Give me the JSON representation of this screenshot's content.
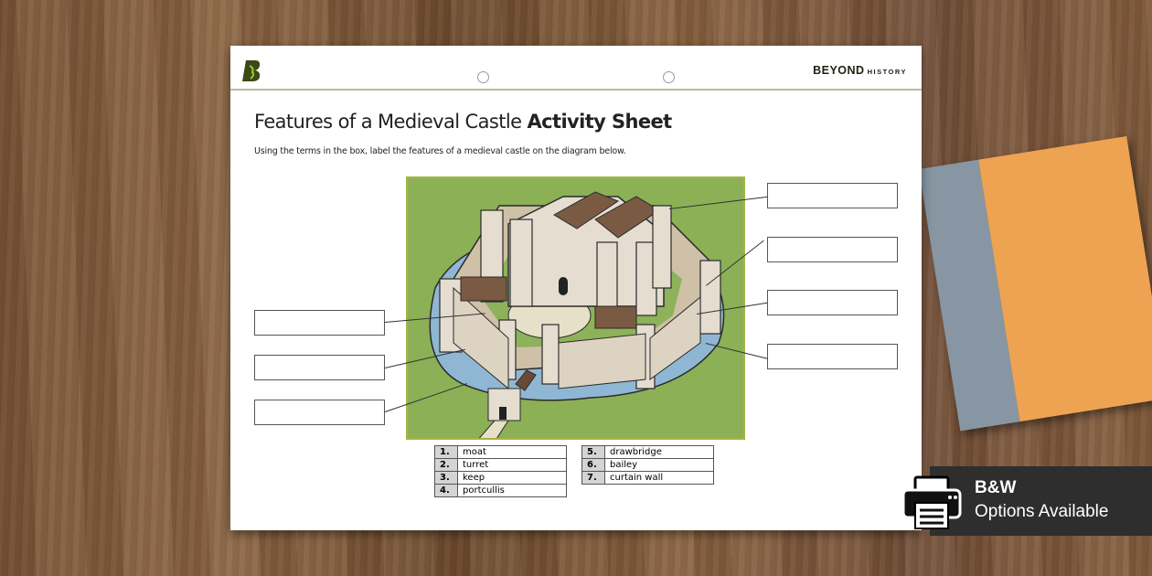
{
  "sheet": {
    "brand": {
      "main": "BEYOND",
      "sub": "HISTORY"
    },
    "title": {
      "regular": "Features of a Medieval Castle ",
      "bold": "Activity Sheet"
    },
    "instruction": "Using the terms in the box, label the features of a medieval castle on the diagram below.",
    "diagram": {
      "description": "castle-illustration",
      "background": "#8bb056",
      "border": "#a6b545"
    },
    "label_boxes": [
      {
        "side": "right",
        "value": ""
      },
      {
        "side": "right",
        "value": ""
      },
      {
        "side": "right",
        "value": ""
      },
      {
        "side": "right",
        "value": ""
      },
      {
        "side": "left",
        "value": ""
      },
      {
        "side": "left",
        "value": ""
      },
      {
        "side": "left",
        "value": ""
      }
    ],
    "terms_left": [
      {
        "num": "1.",
        "term": "moat"
      },
      {
        "num": "2.",
        "term": "turret"
      },
      {
        "num": "3.",
        "term": "keep"
      },
      {
        "num": "4.",
        "term": "portcullis"
      }
    ],
    "terms_right": [
      {
        "num": "5.",
        "term": "drawbridge"
      },
      {
        "num": "6.",
        "term": "bailey"
      },
      {
        "num": "7.",
        "term": "curtain wall"
      }
    ]
  },
  "badge": {
    "title": "B&W",
    "subtitle": "Options Available",
    "icon": "printer-icon",
    "background": "#2e2e2e"
  },
  "book": {
    "spine_color": "#8796a2",
    "cover_color": "#eea352"
  }
}
